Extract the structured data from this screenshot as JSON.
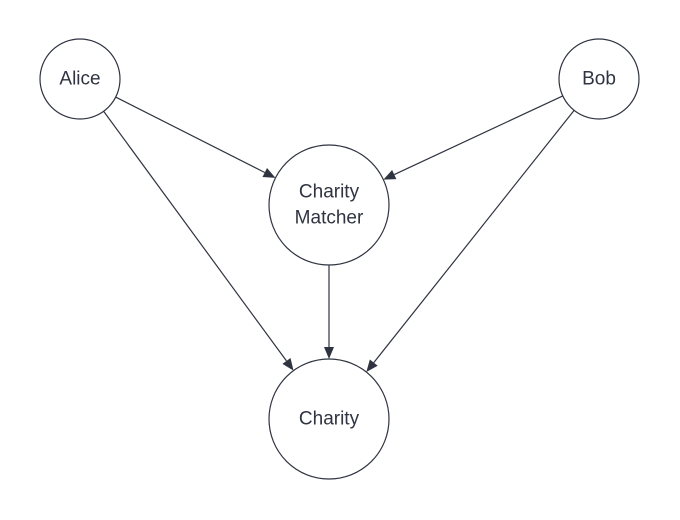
{
  "diagram": {
    "nodes": [
      {
        "id": "alice",
        "lines": [
          "Alice"
        ]
      },
      {
        "id": "bob",
        "lines": [
          "Bob"
        ]
      },
      {
        "id": "matcher",
        "lines": [
          "Charity",
          "Matcher"
        ]
      },
      {
        "id": "charity",
        "lines": [
          "Charity"
        ]
      }
    ],
    "edges": [
      {
        "from": "alice",
        "to": "matcher"
      },
      {
        "from": "bob",
        "to": "matcher"
      },
      {
        "from": "alice",
        "to": "charity"
      },
      {
        "from": "bob",
        "to": "charity"
      },
      {
        "from": "matcher",
        "to": "charity"
      }
    ],
    "colors": {
      "stroke": "#2f3440",
      "background": "#ffffff"
    }
  }
}
